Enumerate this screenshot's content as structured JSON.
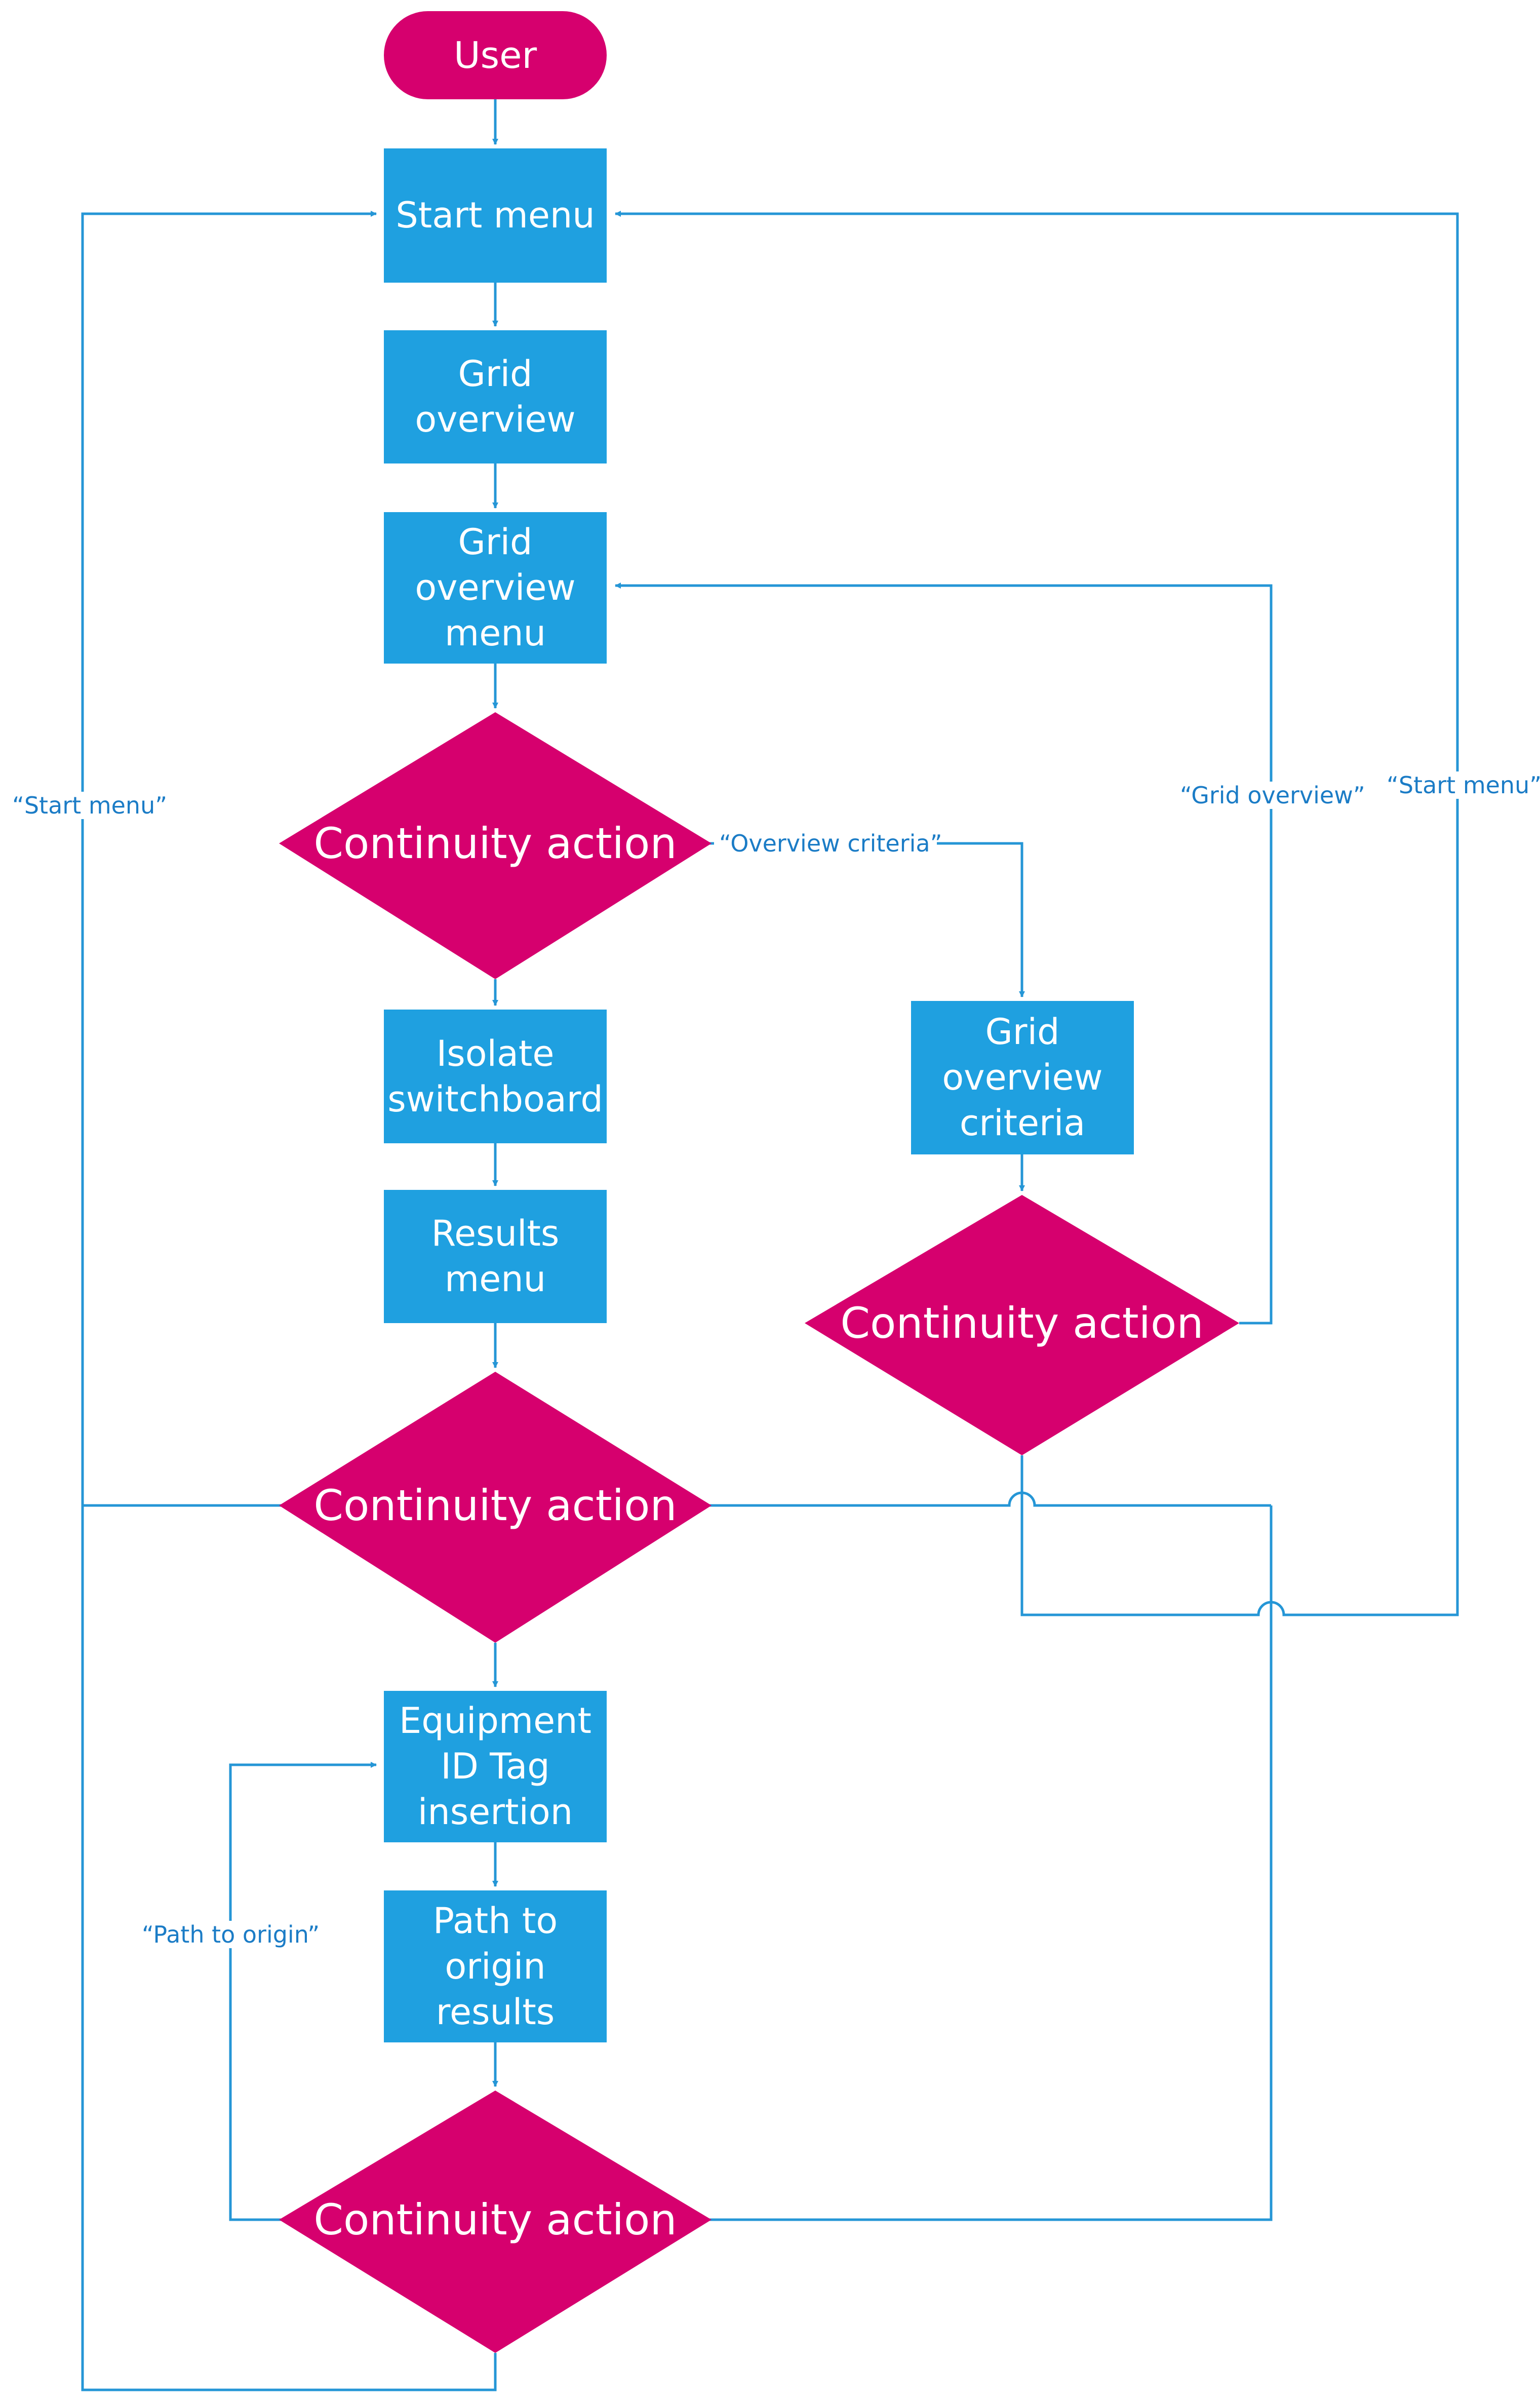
{
  "colors": {
    "process": "#1fa0e0",
    "decision": "#d6006e",
    "terminator": "#d6006e",
    "connector": "#2596d6",
    "label_text": "#1b7cc6"
  },
  "nodes": {
    "user": {
      "lines": [
        "User"
      ]
    },
    "start_menu": {
      "lines": [
        "Start menu"
      ]
    },
    "grid_overview": {
      "lines": [
        "Grid",
        "overview"
      ]
    },
    "grid_overview_menu": {
      "lines": [
        "Grid",
        "overview",
        "menu"
      ]
    },
    "continuity_action_1": {
      "lines": [
        "Continuity action"
      ]
    },
    "grid_overview_criteria": {
      "lines": [
        "Grid",
        "overview",
        "criteria"
      ]
    },
    "continuity_action_2": {
      "lines": [
        "Continuity action"
      ]
    },
    "isolate_switchboard": {
      "lines": [
        "Isolate",
        "switchboard"
      ]
    },
    "results_menu": {
      "lines": [
        "Results",
        "menu"
      ]
    },
    "continuity_action_3": {
      "lines": [
        "Continuity action"
      ]
    },
    "equipment_id_tag_insertion": {
      "lines": [
        "Equipment",
        "ID Tag",
        "insertion"
      ]
    },
    "path_to_origin_results": {
      "lines": [
        "Path to",
        "origin",
        "results"
      ]
    },
    "continuity_action_4": {
      "lines": [
        "Continuity action"
      ]
    }
  },
  "edge_labels": {
    "overview_criteria": "“Overview criteria”",
    "start_menu_left": "“Start menu”",
    "grid_overview_right": "“Grid overview”",
    "start_menu_right": "“Start menu”",
    "path_to_origin": "“Path to origin”"
  }
}
